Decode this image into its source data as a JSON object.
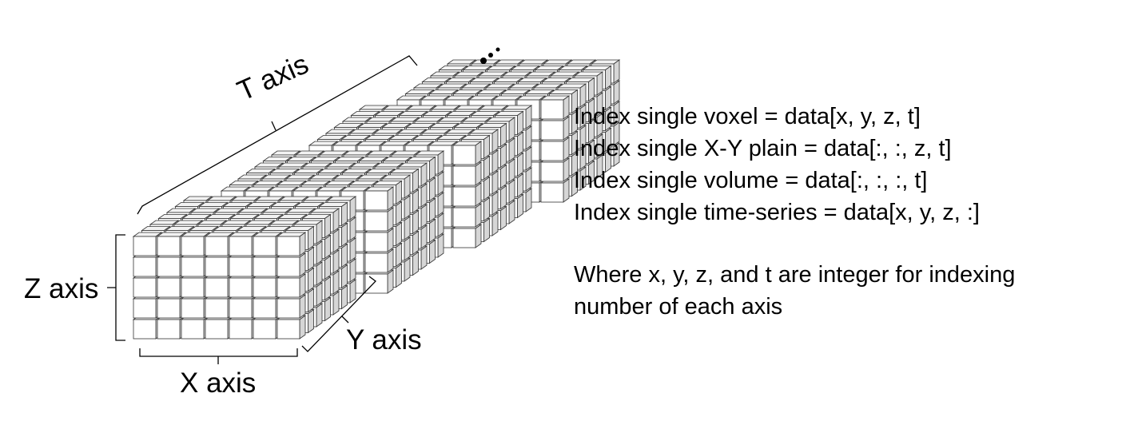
{
  "diagram": {
    "axis_labels": {
      "x": "X axis",
      "y": "Y axis",
      "z": "Z axis",
      "t": "T axis"
    },
    "grid": {
      "x_count": 7,
      "y_count": 7,
      "z_count": 5,
      "volume_count": 4
    },
    "continuation_marker": "..."
  },
  "indexing": {
    "lines": [
      "Index single voxel = data[x, y, z, t]",
      "Index single X-Y plain = data[:, :, z, t]",
      "Index single volume = data[:, :, :, t]",
      "Index single time-series = data[x, y, z, :]"
    ],
    "note_lines": [
      "Where x, y, z, and t are integer for indexing",
      "number of each axis"
    ]
  }
}
